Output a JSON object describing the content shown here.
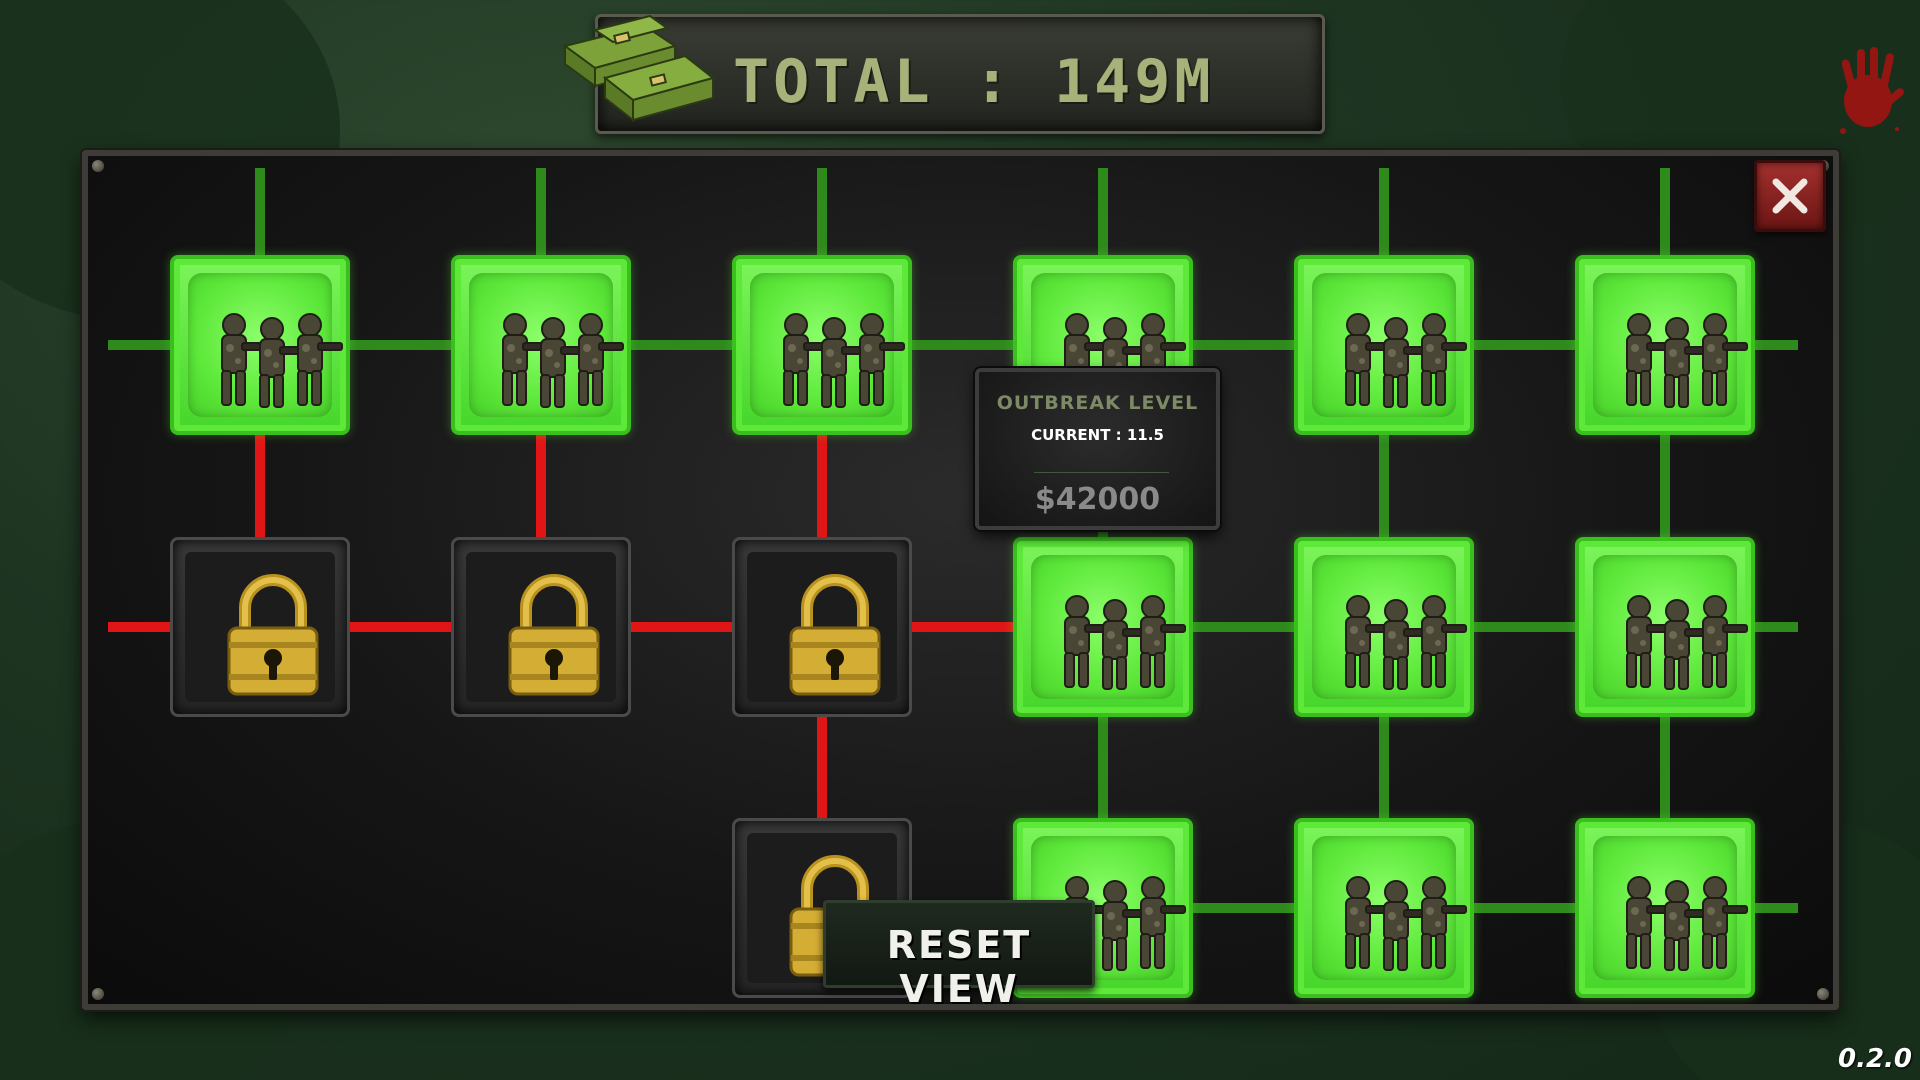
{
  "header": {
    "total_label": "TOTAL : 149M"
  },
  "tooltip": {
    "title": "OUTBREAK LEVEL",
    "current_label": "CURRENT : 11.5",
    "price": "$42000"
  },
  "buttons": {
    "reset_view": "RESET VIEW",
    "close_icon": "close-icon"
  },
  "version": "0.2.0",
  "tree": {
    "node_icon_unlocked": "soldiers-icon",
    "node_icon_locked": "lock-icon",
    "rows": [
      [
        "unlocked",
        "unlocked",
        "unlocked",
        "unlocked",
        "unlocked",
        "unlocked"
      ],
      [
        "locked",
        "locked",
        "locked",
        "unlocked",
        "unlocked",
        "unlocked"
      ],
      [
        "none",
        "none",
        "locked",
        "unlocked",
        "unlocked",
        "unlocked"
      ]
    ]
  },
  "colors": {
    "unlocked": "#5de83a",
    "unlocked_path": "#2f8a1c",
    "locked_path": "#e01616",
    "total_text": "#a6b27a",
    "close": "#a3302e"
  }
}
